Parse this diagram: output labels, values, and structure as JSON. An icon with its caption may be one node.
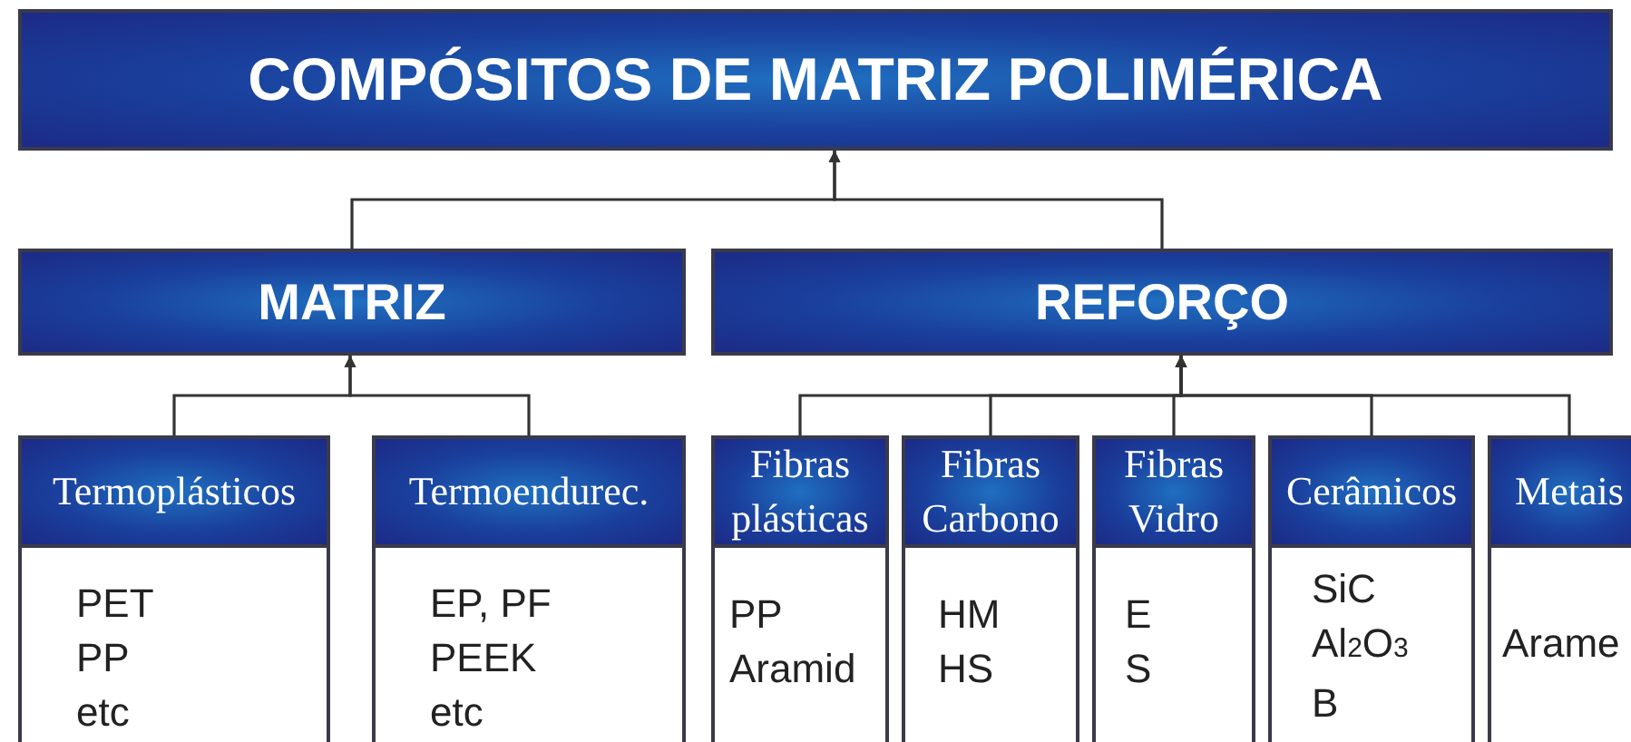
{
  "diagram": {
    "nodes": [
      {
        "text": [
          "COMPÓSITOS DE MATRIZ POLIMÉRICA"
        ]
      },
      {
        "text": [
          "MATRIZ"
        ]
      },
      {
        "text": [
          "REFORÇO"
        ]
      },
      {
        "text": [
          "Termoplásticos",
          "PET",
          "PP",
          "etc"
        ]
      },
      {
        "text": [
          "Termoendurec.",
          "EP, PF",
          "PEEK",
          "etc"
        ]
      },
      {
        "text": [
          "Fibras plásticas",
          "PP",
          "Aramid"
        ]
      },
      {
        "text": [
          "Fibras Carbono",
          "HM",
          "HS"
        ]
      },
      {
        "text": [
          "Fibras Vidro",
          "E",
          "S"
        ]
      },
      {
        "text": [
          "Cerâmicos",
          "SiC",
          "Al$_{2}$O$_{3}$",
          "B"
        ]
      },
      {
        "text": [
          "Metais",
          "Arame"
        ]
      }
    ],
    "edges": [
      {
        "from": 1,
        "to": 0,
        "arrow": "to"
      },
      {
        "from": 2,
        "to": 0,
        "arrow": "to"
      },
      {
        "from": 3,
        "to": 1,
        "arrow": "to"
      },
      {
        "from": 4,
        "to": 1,
        "arrow": "to"
      },
      {
        "from": 5,
        "to": 2,
        "arrow": "to"
      },
      {
        "from": 6,
        "to": 2,
        "arrow": "to"
      },
      {
        "from": 7,
        "to": 2,
        "arrow": "to"
      },
      {
        "from": 8,
        "to": 2,
        "arrow": "to"
      },
      {
        "from": 9,
        "to": 2,
        "arrow": "to"
      }
    ]
  }
}
